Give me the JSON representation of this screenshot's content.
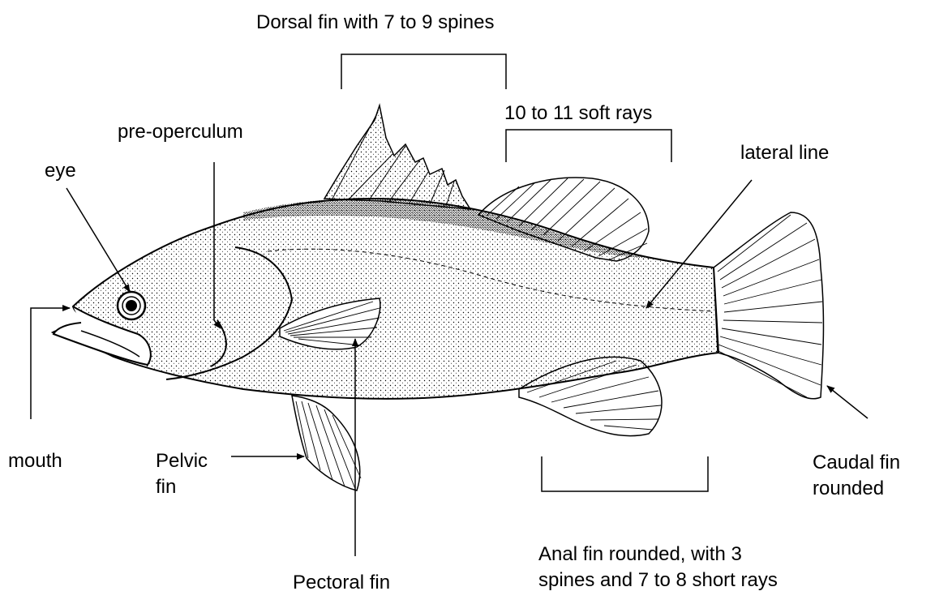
{
  "labels": {
    "dorsal_fin": "Dorsal fin with 7 to 9 spines",
    "soft_rays": "10 to 11 soft rays",
    "pre_operculum": "pre-operculum",
    "eye": "eye",
    "lateral_line": "lateral line",
    "mouth": "mouth",
    "pelvic_fin_line1": "Pelvic",
    "pelvic_fin_line2": "fin",
    "pectoral_fin": "Pectoral fin",
    "caudal_fin_line1": "Caudal fin",
    "caudal_fin_line2": "rounded",
    "anal_fin_line1": "Anal fin rounded, with 3",
    "anal_fin_line2": "spines and 7 to 8 short rays"
  },
  "colors": {
    "ink": "#000000",
    "background": "#ffffff"
  }
}
